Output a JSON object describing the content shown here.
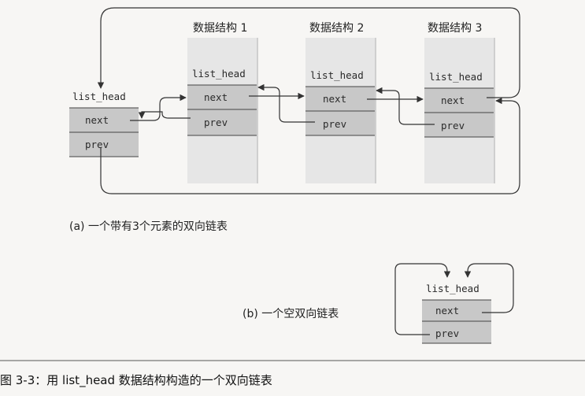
{
  "list_a": {
    "head": {
      "title": "list_head",
      "next": "next",
      "prev": "prev"
    },
    "structs": [
      {
        "header": "数据结构 1",
        "title": "list_head",
        "next": "next",
        "prev": "prev"
      },
      {
        "header": "数据结构 2",
        "title": "list_head",
        "next": "next",
        "prev": "prev"
      },
      {
        "header": "数据结构 3",
        "title": "list_head",
        "next": "next",
        "prev": "prev"
      }
    ],
    "caption": "(a) 一个带有3个元素的双向链表"
  },
  "list_b": {
    "head": {
      "title": "list_head",
      "next": "next",
      "prev": "prev"
    },
    "caption": "(b) 一个空双向链表"
  },
  "figure_caption": "图 3-3：用 list_head 数据结构构造的一个双向链表",
  "colors": {
    "field": "#c8c8c8",
    "struct_body": "#e6e6e6",
    "struct_shadow": "#cfcfcf",
    "line": "#333333",
    "divider": "#444444"
  }
}
